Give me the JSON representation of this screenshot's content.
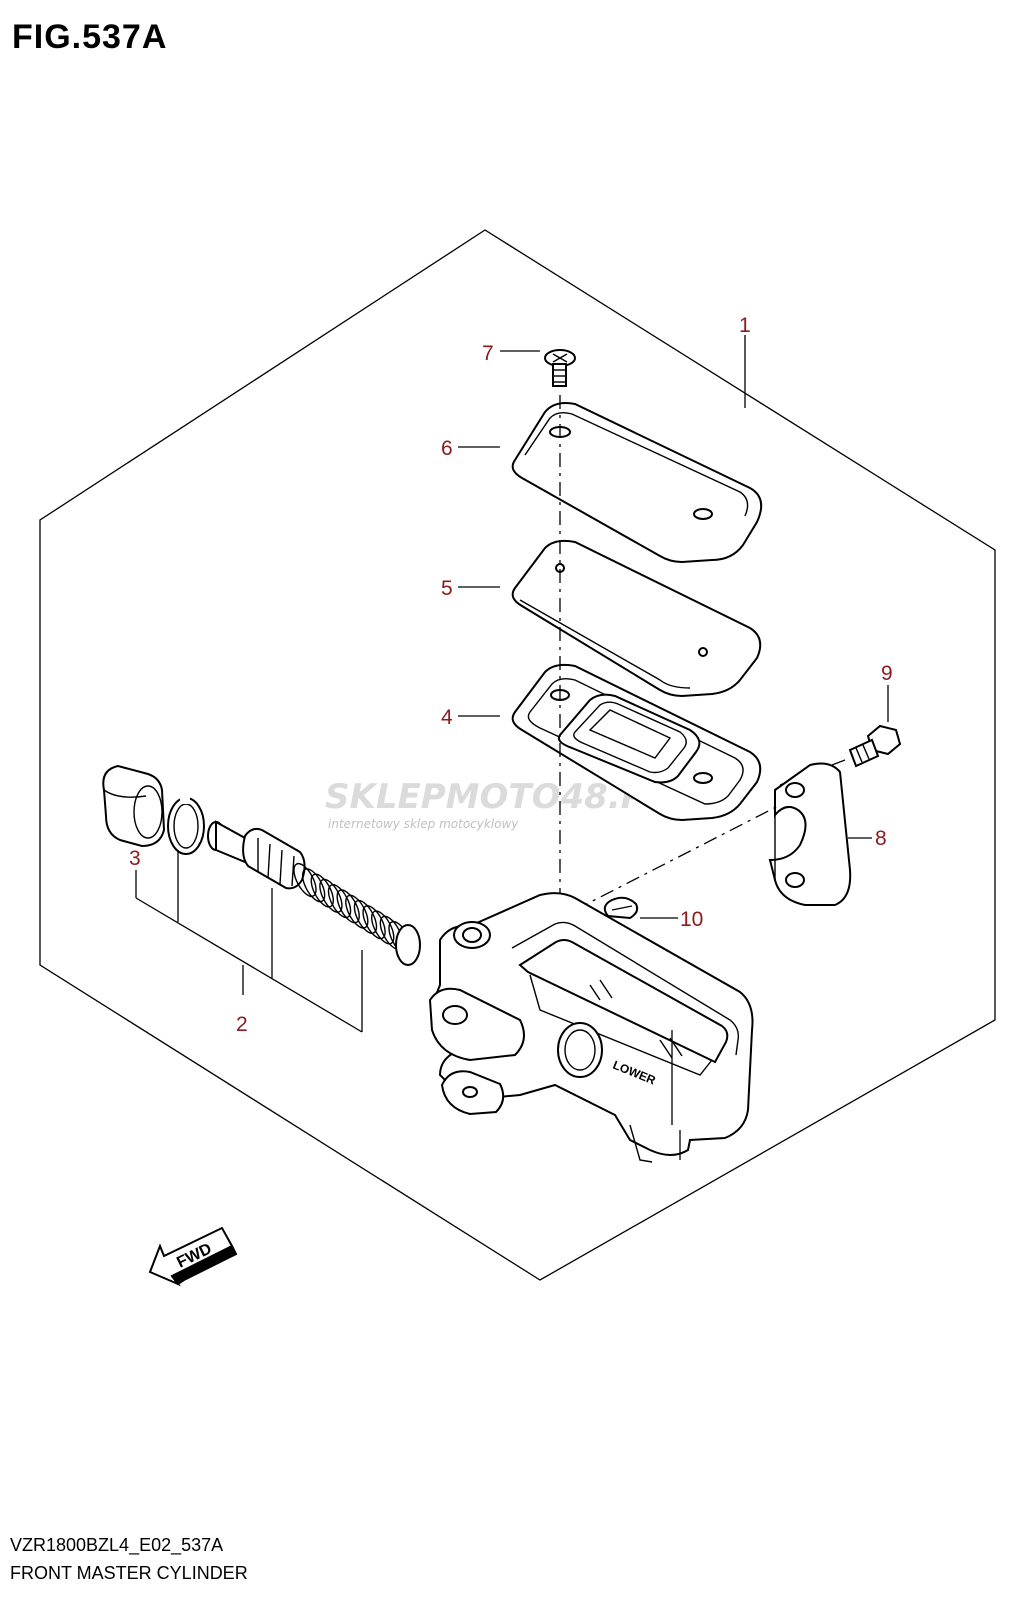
{
  "figure": {
    "title": "FIG.537A",
    "model_code": "VZR1800BZL4_E02_537A",
    "caption": "FRONT MASTER CYLINDER"
  },
  "callouts": [
    "1",
    "2",
    "3",
    "4",
    "5",
    "6",
    "7",
    "8",
    "9",
    "10"
  ],
  "stamps": {
    "fwd": "FWD",
    "lower": "LOWER"
  },
  "watermark": {
    "brand": "SKLEPMOTO48.PL",
    "tagline": "internetowy sklep motocyklowy"
  },
  "colors": {
    "callout": "#8b1a1a",
    "line": "#000000",
    "watermark": "#c8c8c8"
  }
}
